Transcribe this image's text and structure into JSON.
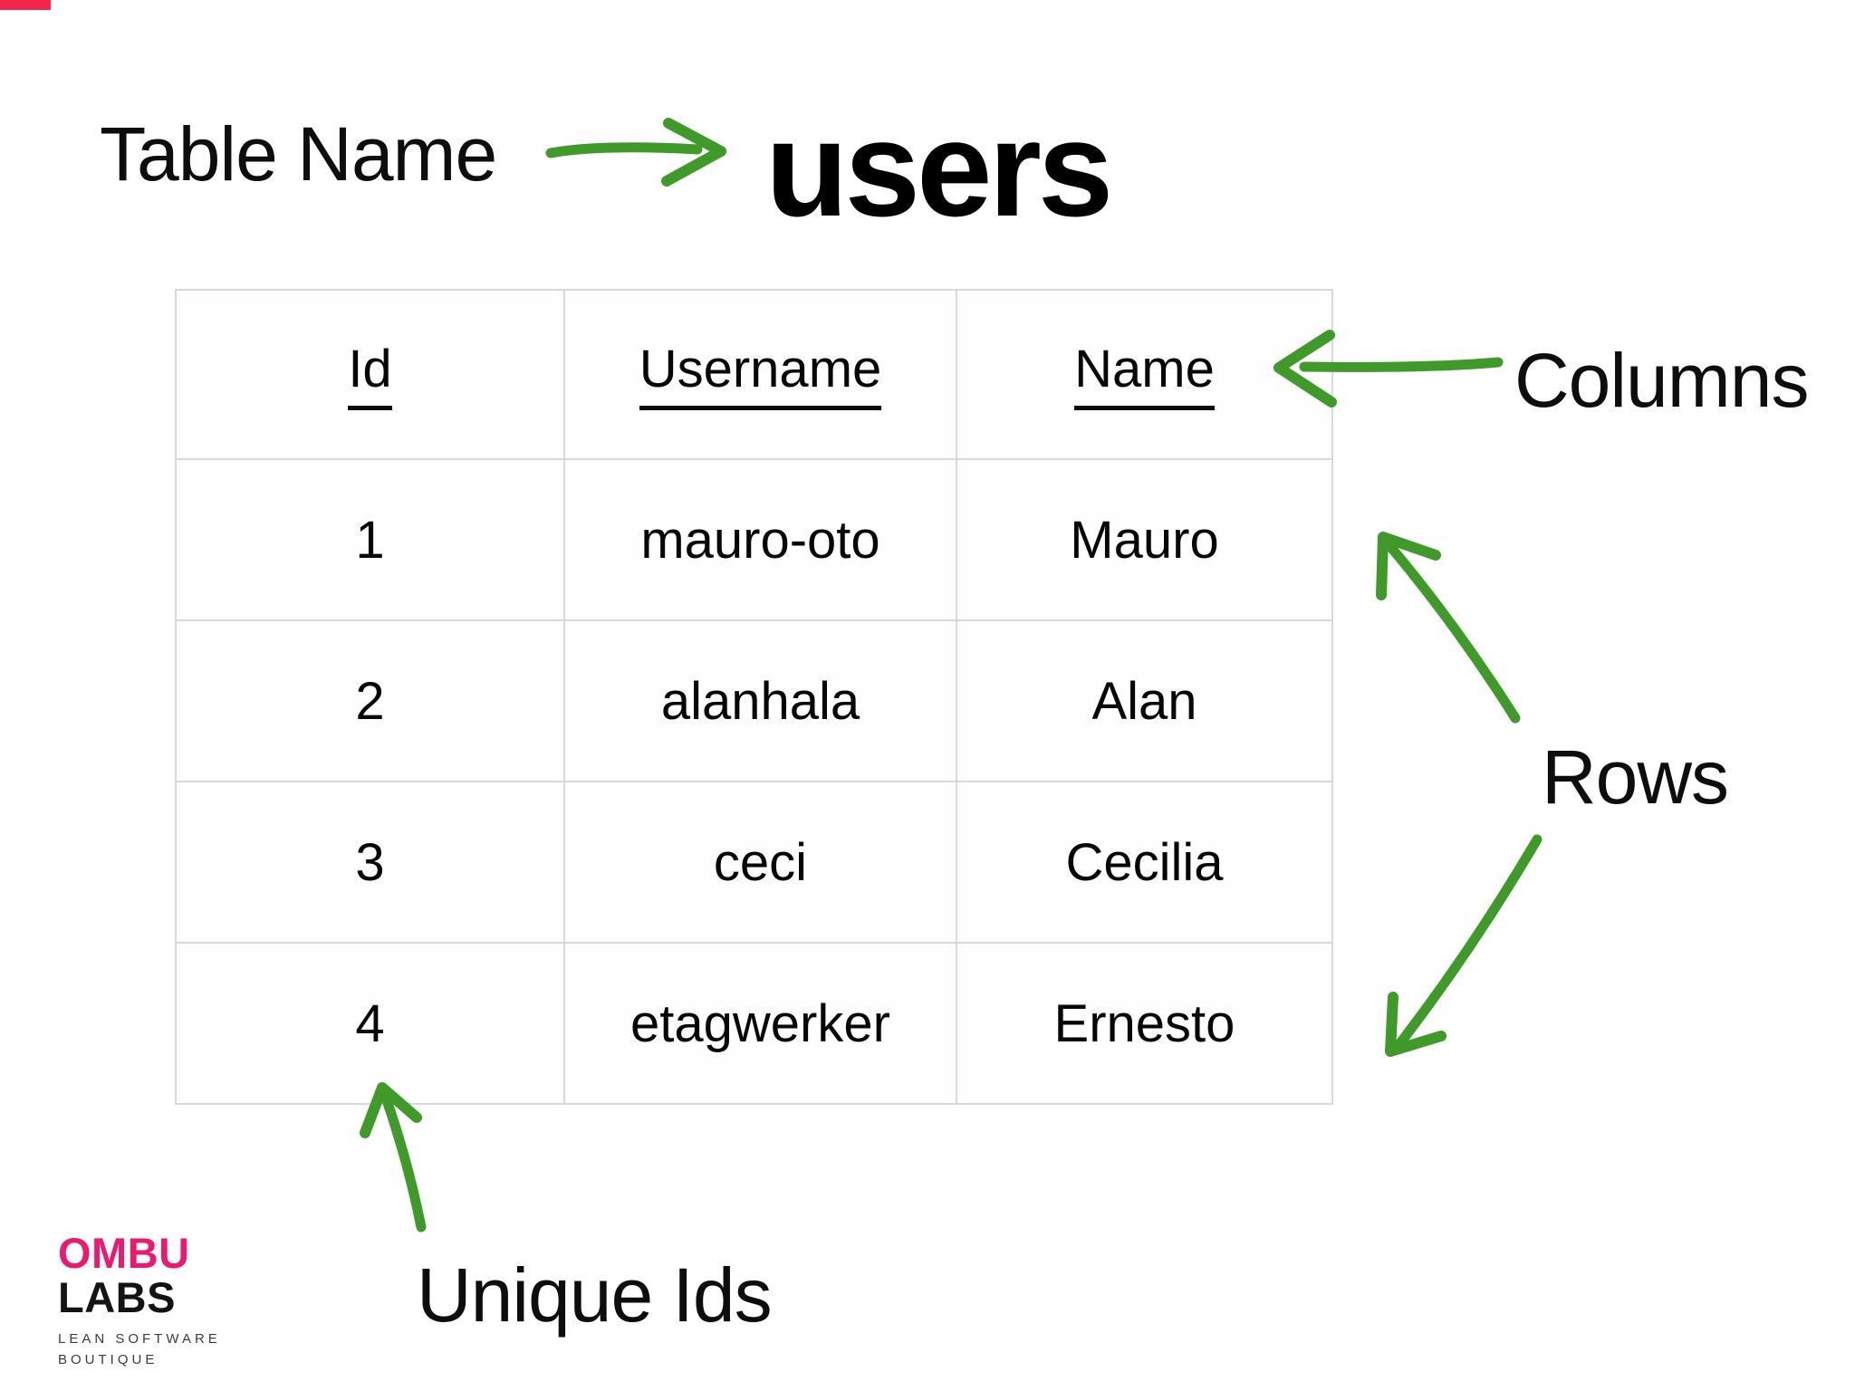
{
  "slide": {
    "table_name_label": "Table Name",
    "title": "users",
    "columns_label": "Columns",
    "rows_label": "Rows",
    "unique_ids_label": "Unique Ids"
  },
  "table": {
    "headers": [
      "Id",
      "Username",
      "Name"
    ],
    "rows": [
      [
        "1",
        "mauro-oto",
        "Mauro"
      ],
      [
        "2",
        "alanhala",
        "Alan"
      ],
      [
        "3",
        "ceci",
        "Cecilia"
      ],
      [
        "4",
        "etagwerker",
        "Ernesto"
      ]
    ]
  },
  "logo": {
    "name_top": "OMBU",
    "name_bottom": "LABS",
    "tagline_line1": "LEAN SOFTWARE",
    "tagline_line2": "BOUTIQUE"
  },
  "colors": {
    "arrow_green": "#3f9a2a",
    "brand_pink": "#e91a6f",
    "text_black": "#0d0d0d",
    "table_border": "#d9d9d9",
    "corner_red": "#f5244c"
  }
}
